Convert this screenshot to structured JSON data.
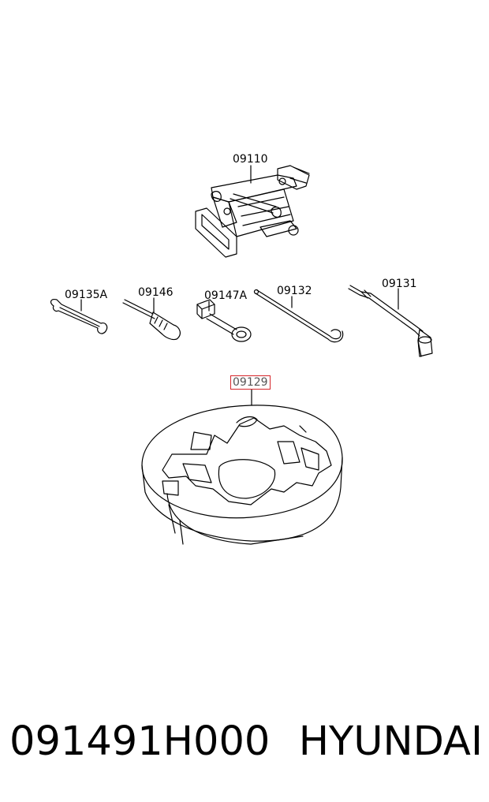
{
  "callouts": {
    "jack": "09110",
    "wrench": "09135A",
    "screwdriver": "09146",
    "socket_tool": "09147A",
    "rod": "09132",
    "lug_wrench": "09131",
    "tray": "09129"
  },
  "footer": {
    "part_number": "091491H000",
    "brand": "HYUNDAI"
  },
  "colors": {
    "highlight_border": "#d6262b",
    "line": "#000000"
  }
}
